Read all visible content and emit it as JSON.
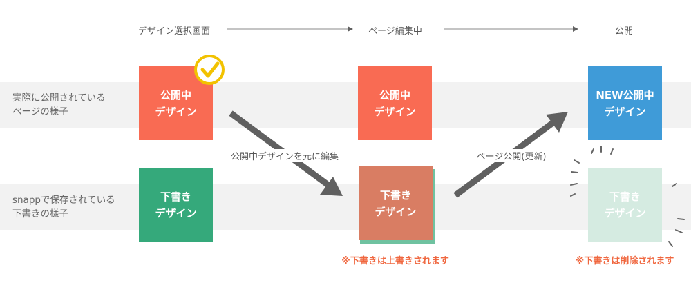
{
  "steps": [
    "デザイン選択画面",
    "ページ編集中",
    "公開"
  ],
  "rows": [
    "実際に公開されている\nページの様子",
    "snappで保存されている\n下書きの様子"
  ],
  "cards": {
    "published_1": [
      "公開中",
      "デザイン"
    ],
    "draft_1": [
      "下書き",
      "デザイン"
    ],
    "published_2": [
      "公開中",
      "デザイン"
    ],
    "draft_2": [
      "下書き",
      "デザイン"
    ],
    "published_3": [
      "NEW公開中",
      "デザイン"
    ],
    "draft_3": [
      "下書き",
      "デザイン"
    ]
  },
  "arrow_labels": {
    "edit": "公開中デザインを元に編集",
    "publish": "ページ公開(更新)"
  },
  "notes": {
    "overwrite": "※下書きは上書きされます",
    "deleted": "※下書きは削除されます"
  },
  "colors": {
    "published": "#f96b53",
    "draft": "#35a97b",
    "new_published": "#3f9bd8",
    "deleted_draft": "#d5ebe1",
    "arrow": "#606060",
    "note": "#f0673f",
    "check": "#f2c200"
  }
}
